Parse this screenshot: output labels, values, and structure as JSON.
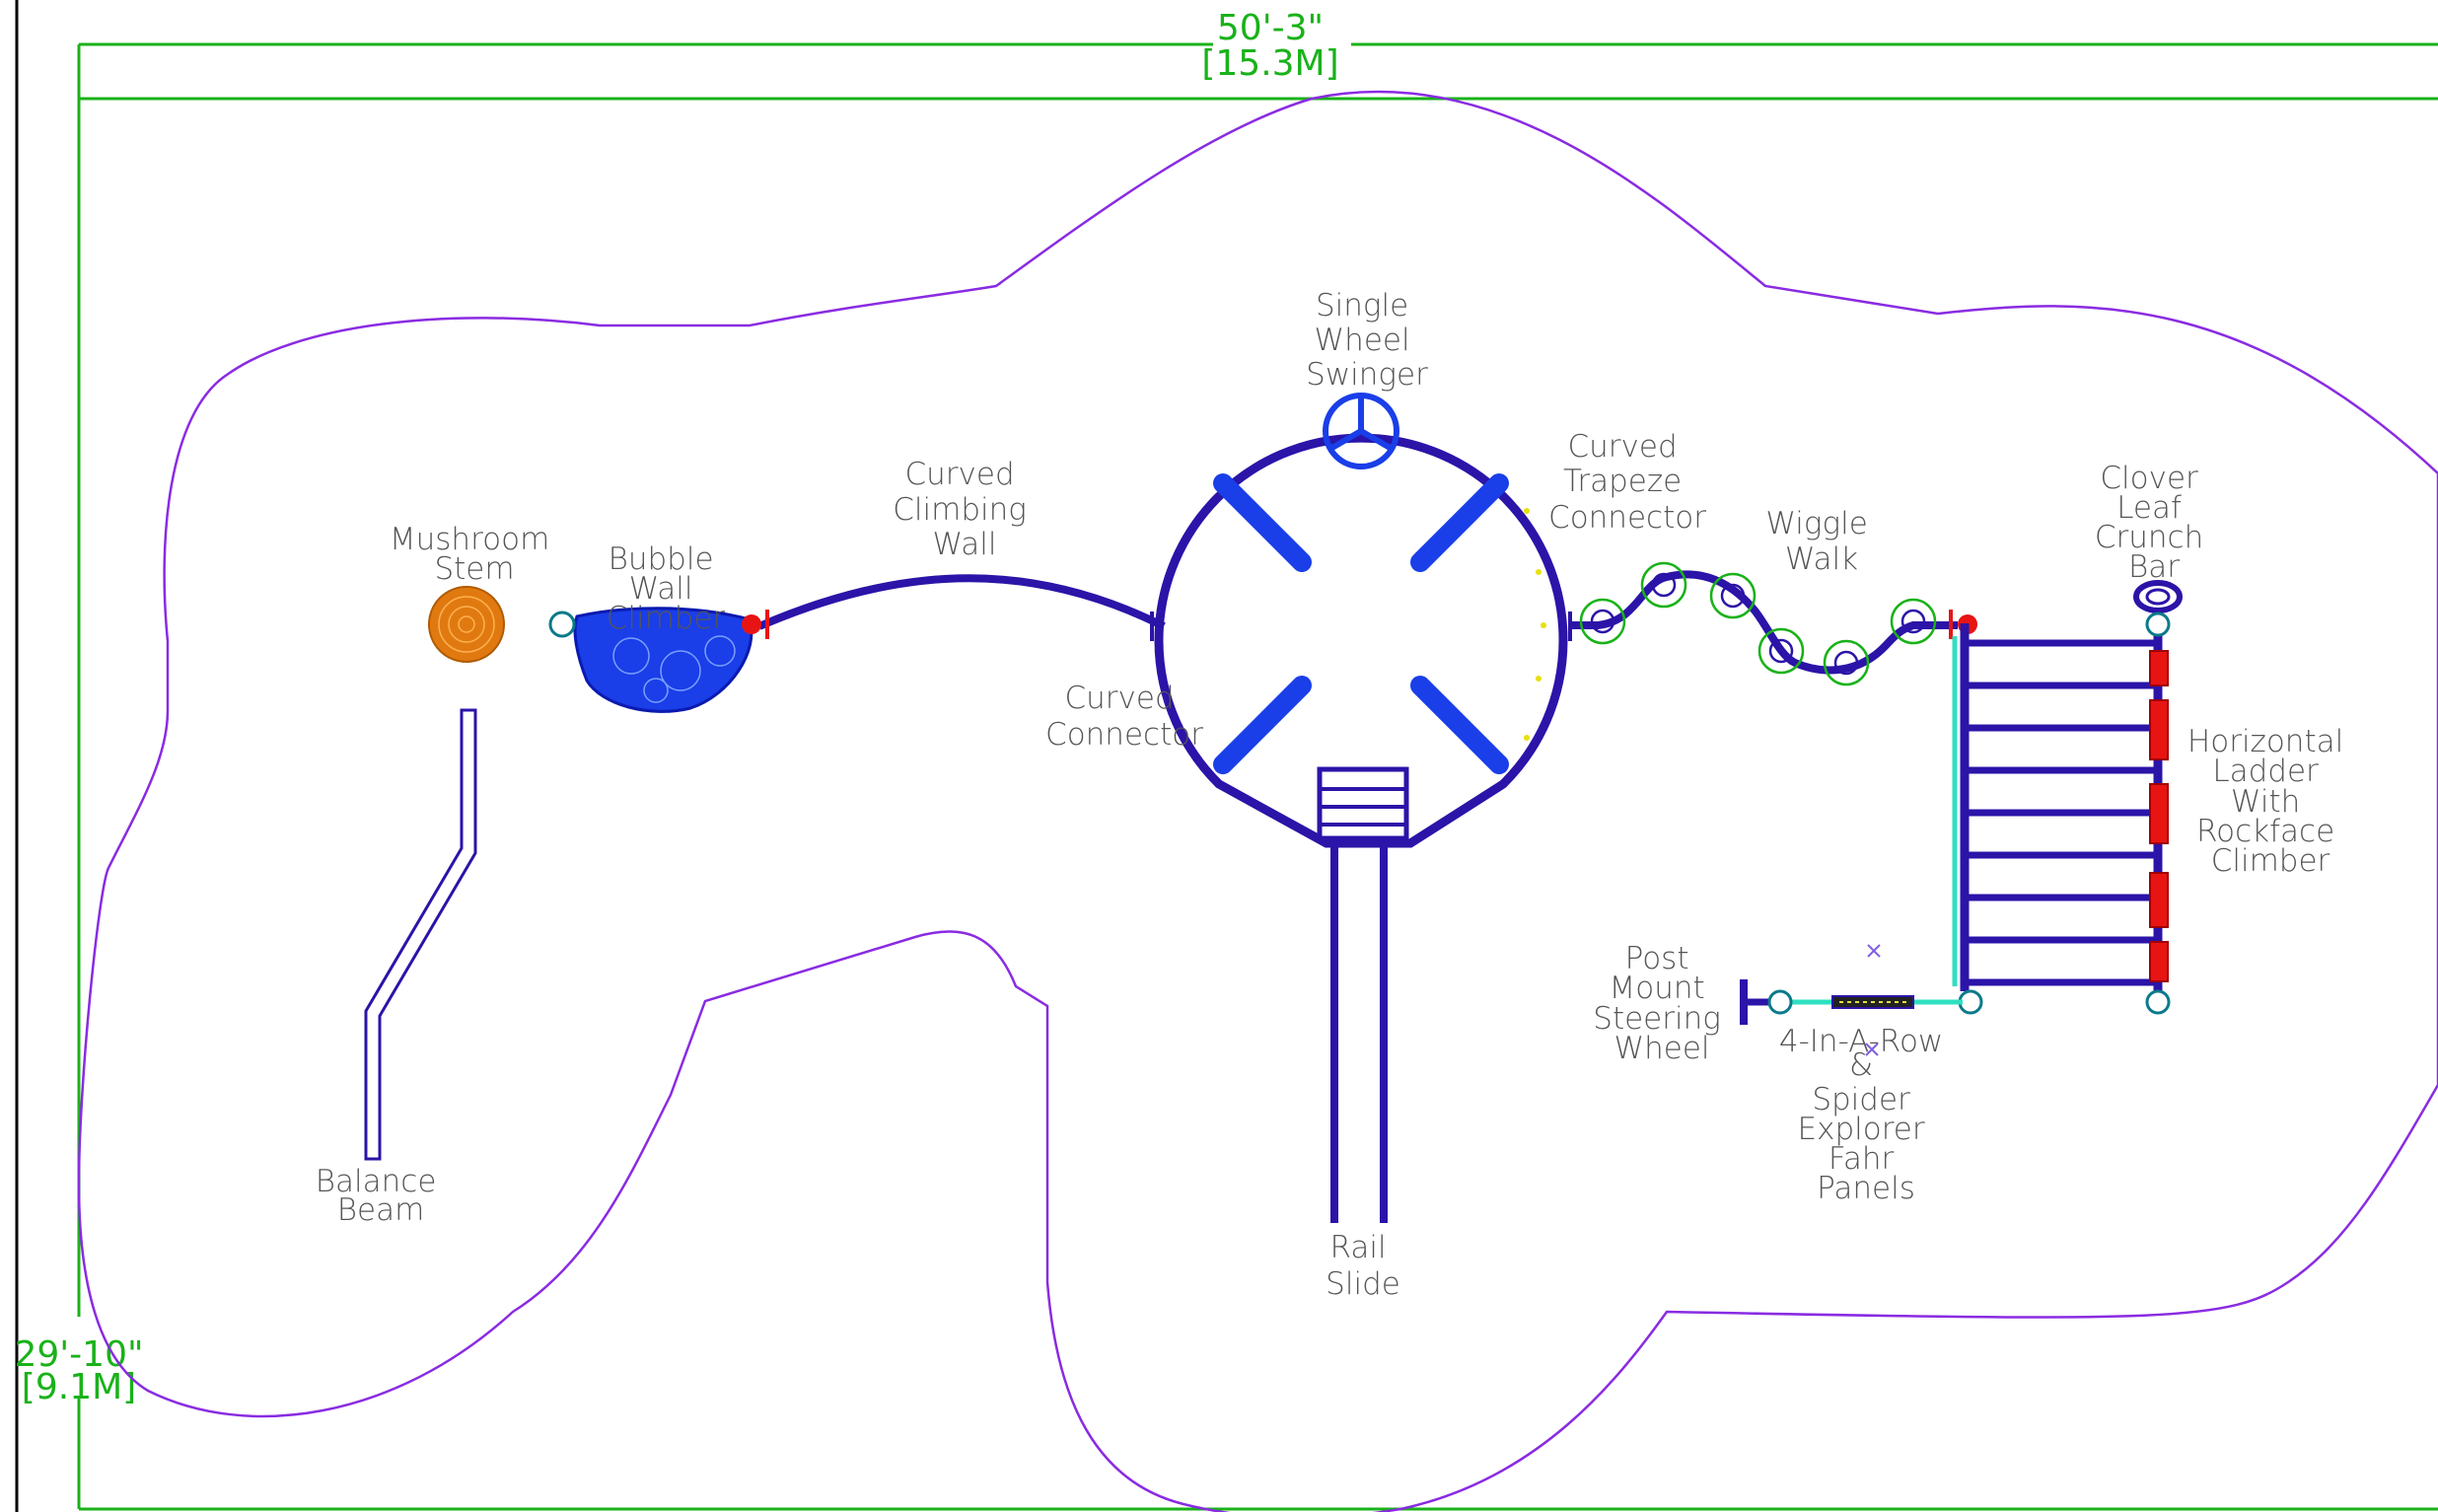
{
  "colors": {
    "structure": "#2b14a8",
    "boundary": "#8a2be2",
    "dimension": "#19b219",
    "accent_blue": "#1a3ee8",
    "accent_red": "#e81414",
    "accent_orange": "#e07a10",
    "accent_cyan": "#2fe0c0",
    "label_text": "#555555"
  },
  "dimensions": {
    "width_feet": "50'-3\"",
    "width_meters": "[15.3M]",
    "height_feet": "29'-10\"",
    "height_meters": "[9.1M]"
  },
  "labels": {
    "mushroom_stem": [
      "Mushroom",
      "Stem"
    ],
    "bubble_wall_climber": [
      "Bubble",
      "Wall",
      "Climber"
    ],
    "curved_climbing_wall": [
      "Curved",
      "Climbing",
      "Wall"
    ],
    "single_wheel_swinger": [
      "Single",
      "Wheel",
      "Swinger"
    ],
    "curved_trapeze_connector": [
      "Curved",
      "Trapeze",
      "Connector"
    ],
    "wiggle_walk": [
      "Wiggle",
      "Walk"
    ],
    "clover_leaf_crunch_bar": [
      "Clover",
      "Leaf",
      "Crunch",
      "Bar"
    ],
    "curved_connector": [
      "Curved",
      "Connector"
    ],
    "horizontal_ladder": [
      "Horizontal",
      "Ladder",
      "With",
      "Rockface",
      "Climber"
    ],
    "post_mount_steering_wheel": [
      "Post",
      "Mount",
      "Steering",
      "Wheel"
    ],
    "four_in_a_row": [
      "4-In-A-Row",
      "&",
      "Spider",
      "Explorer",
      "Fahr",
      "Panels"
    ],
    "balance_beam": [
      "Balance",
      "Beam"
    ],
    "rail_slide": [
      "Rail",
      "Slide"
    ]
  }
}
